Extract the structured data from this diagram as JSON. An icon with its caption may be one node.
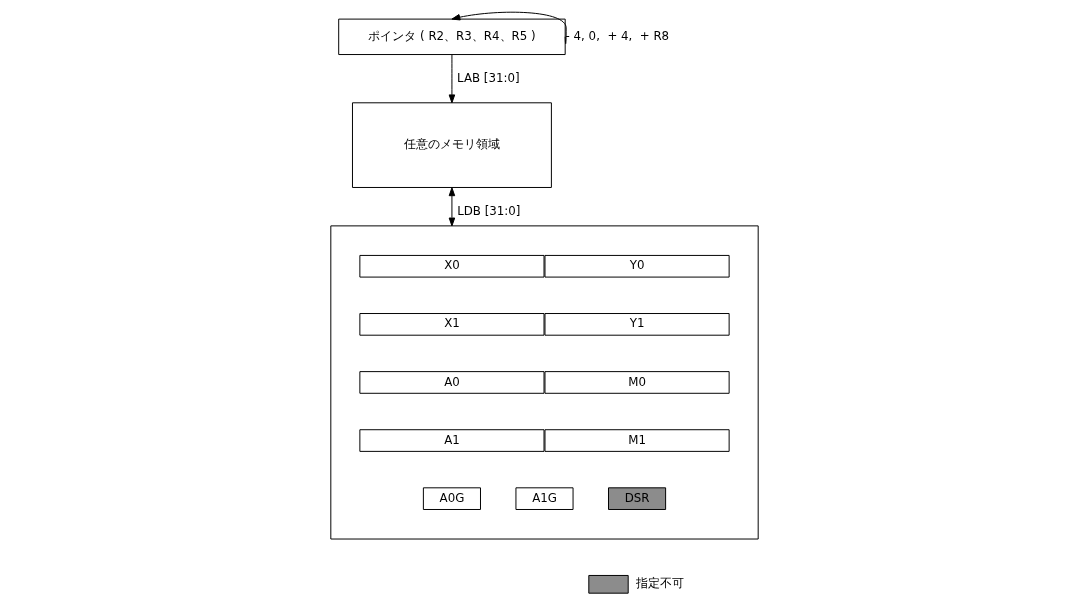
{
  "diagram": {
    "nodes": [
      {
        "text": [
          "ポインタ ( R2、R3、R4、R5 )"
        ]
      },
      {
        "text": [
          "任意のメモリ領域"
        ]
      },
      {
        "text": [],
        "shape": "box"
      },
      {
        "text": [
          "X0"
        ],
        "in": 2
      },
      {
        "text": [
          "Y0"
        ],
        "in": 2
      },
      {
        "text": [
          "X1"
        ],
        "in": 2
      },
      {
        "text": [
          "Y1"
        ],
        "in": 2
      },
      {
        "text": [
          "A0"
        ],
        "in": 2
      },
      {
        "text": [
          "M0"
        ],
        "in": 2
      },
      {
        "text": [
          "A1"
        ],
        "in": 2
      },
      {
        "text": [
          "M1"
        ],
        "in": 2
      },
      {
        "text": [
          "A0G"
        ],
        "in": 2
      },
      {
        "text": [
          "A1G"
        ],
        "in": 2
      },
      {
        "text": [
          "DSR"
        ],
        "in": 2
      }
    ],
    "edges": [
      {
        "from": 0,
        "to": 0,
        "arrow": "to",
        "label": "- 4, 0,  + 4,  + R8"
      },
      {
        "from": 0,
        "to": 1,
        "arrow": "to",
        "label": "LAB [31:0]"
      },
      {
        "from": 1,
        "to": 2,
        "arrow": "both",
        "label": "LDB [31:0]"
      }
    ],
    "legend": [
      {
        "text": "指定不可",
        "color": "#8c8c8c"
      }
    ]
  }
}
